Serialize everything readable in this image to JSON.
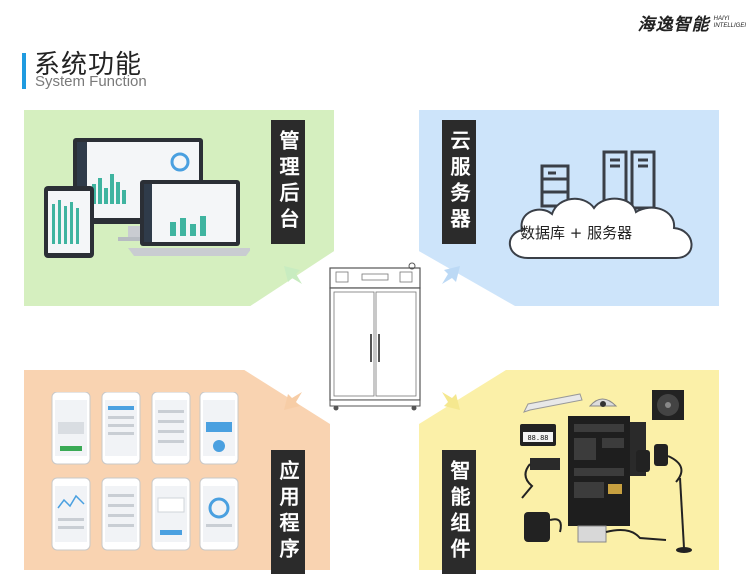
{
  "header": {
    "title_cn": "系统功能",
    "title_en": "System Function"
  },
  "logo": {
    "cn": "海逸智能",
    "en_line1": "HAIYI",
    "en_line2": "INTELLIGEI"
  },
  "panels": {
    "admin": {
      "label": "管理后台"
    },
    "cloud": {
      "label": "云服务器",
      "cloud_text": "数据库 + 服务器"
    },
    "app": {
      "label": "应用程序"
    },
    "components": {
      "label": "智能组件",
      "display_value": "88.88"
    }
  },
  "colors": {
    "green": "#d5efbf",
    "blue": "#cde4fa",
    "orange": "#f9d3b1",
    "yellow": "#fbf0a8",
    "accent": "#1f9be0"
  }
}
